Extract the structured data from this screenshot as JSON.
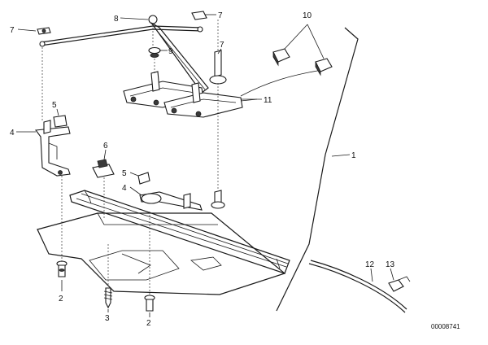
{
  "callouts": [
    {
      "id": "c-1",
      "text": "1"
    },
    {
      "id": "c-2a",
      "text": "2"
    },
    {
      "id": "c-2b",
      "text": "2"
    },
    {
      "id": "c-3",
      "text": "3"
    },
    {
      "id": "c-4a",
      "text": "4"
    },
    {
      "id": "c-4b",
      "text": "4"
    },
    {
      "id": "c-5a",
      "text": "5"
    },
    {
      "id": "c-5b",
      "text": "5"
    },
    {
      "id": "c-6",
      "text": "6"
    },
    {
      "id": "c-7a",
      "text": "7"
    },
    {
      "id": "c-7b",
      "text": "7"
    },
    {
      "id": "c-7c",
      "text": "7"
    },
    {
      "id": "c-8",
      "text": "8"
    },
    {
      "id": "c-9",
      "text": "9"
    },
    {
      "id": "c-10",
      "text": "10"
    },
    {
      "id": "c-11",
      "text": "11"
    },
    {
      "id": "c-12",
      "text": "12"
    },
    {
      "id": "c-13",
      "text": "13"
    }
  ],
  "document_number": "00008741"
}
